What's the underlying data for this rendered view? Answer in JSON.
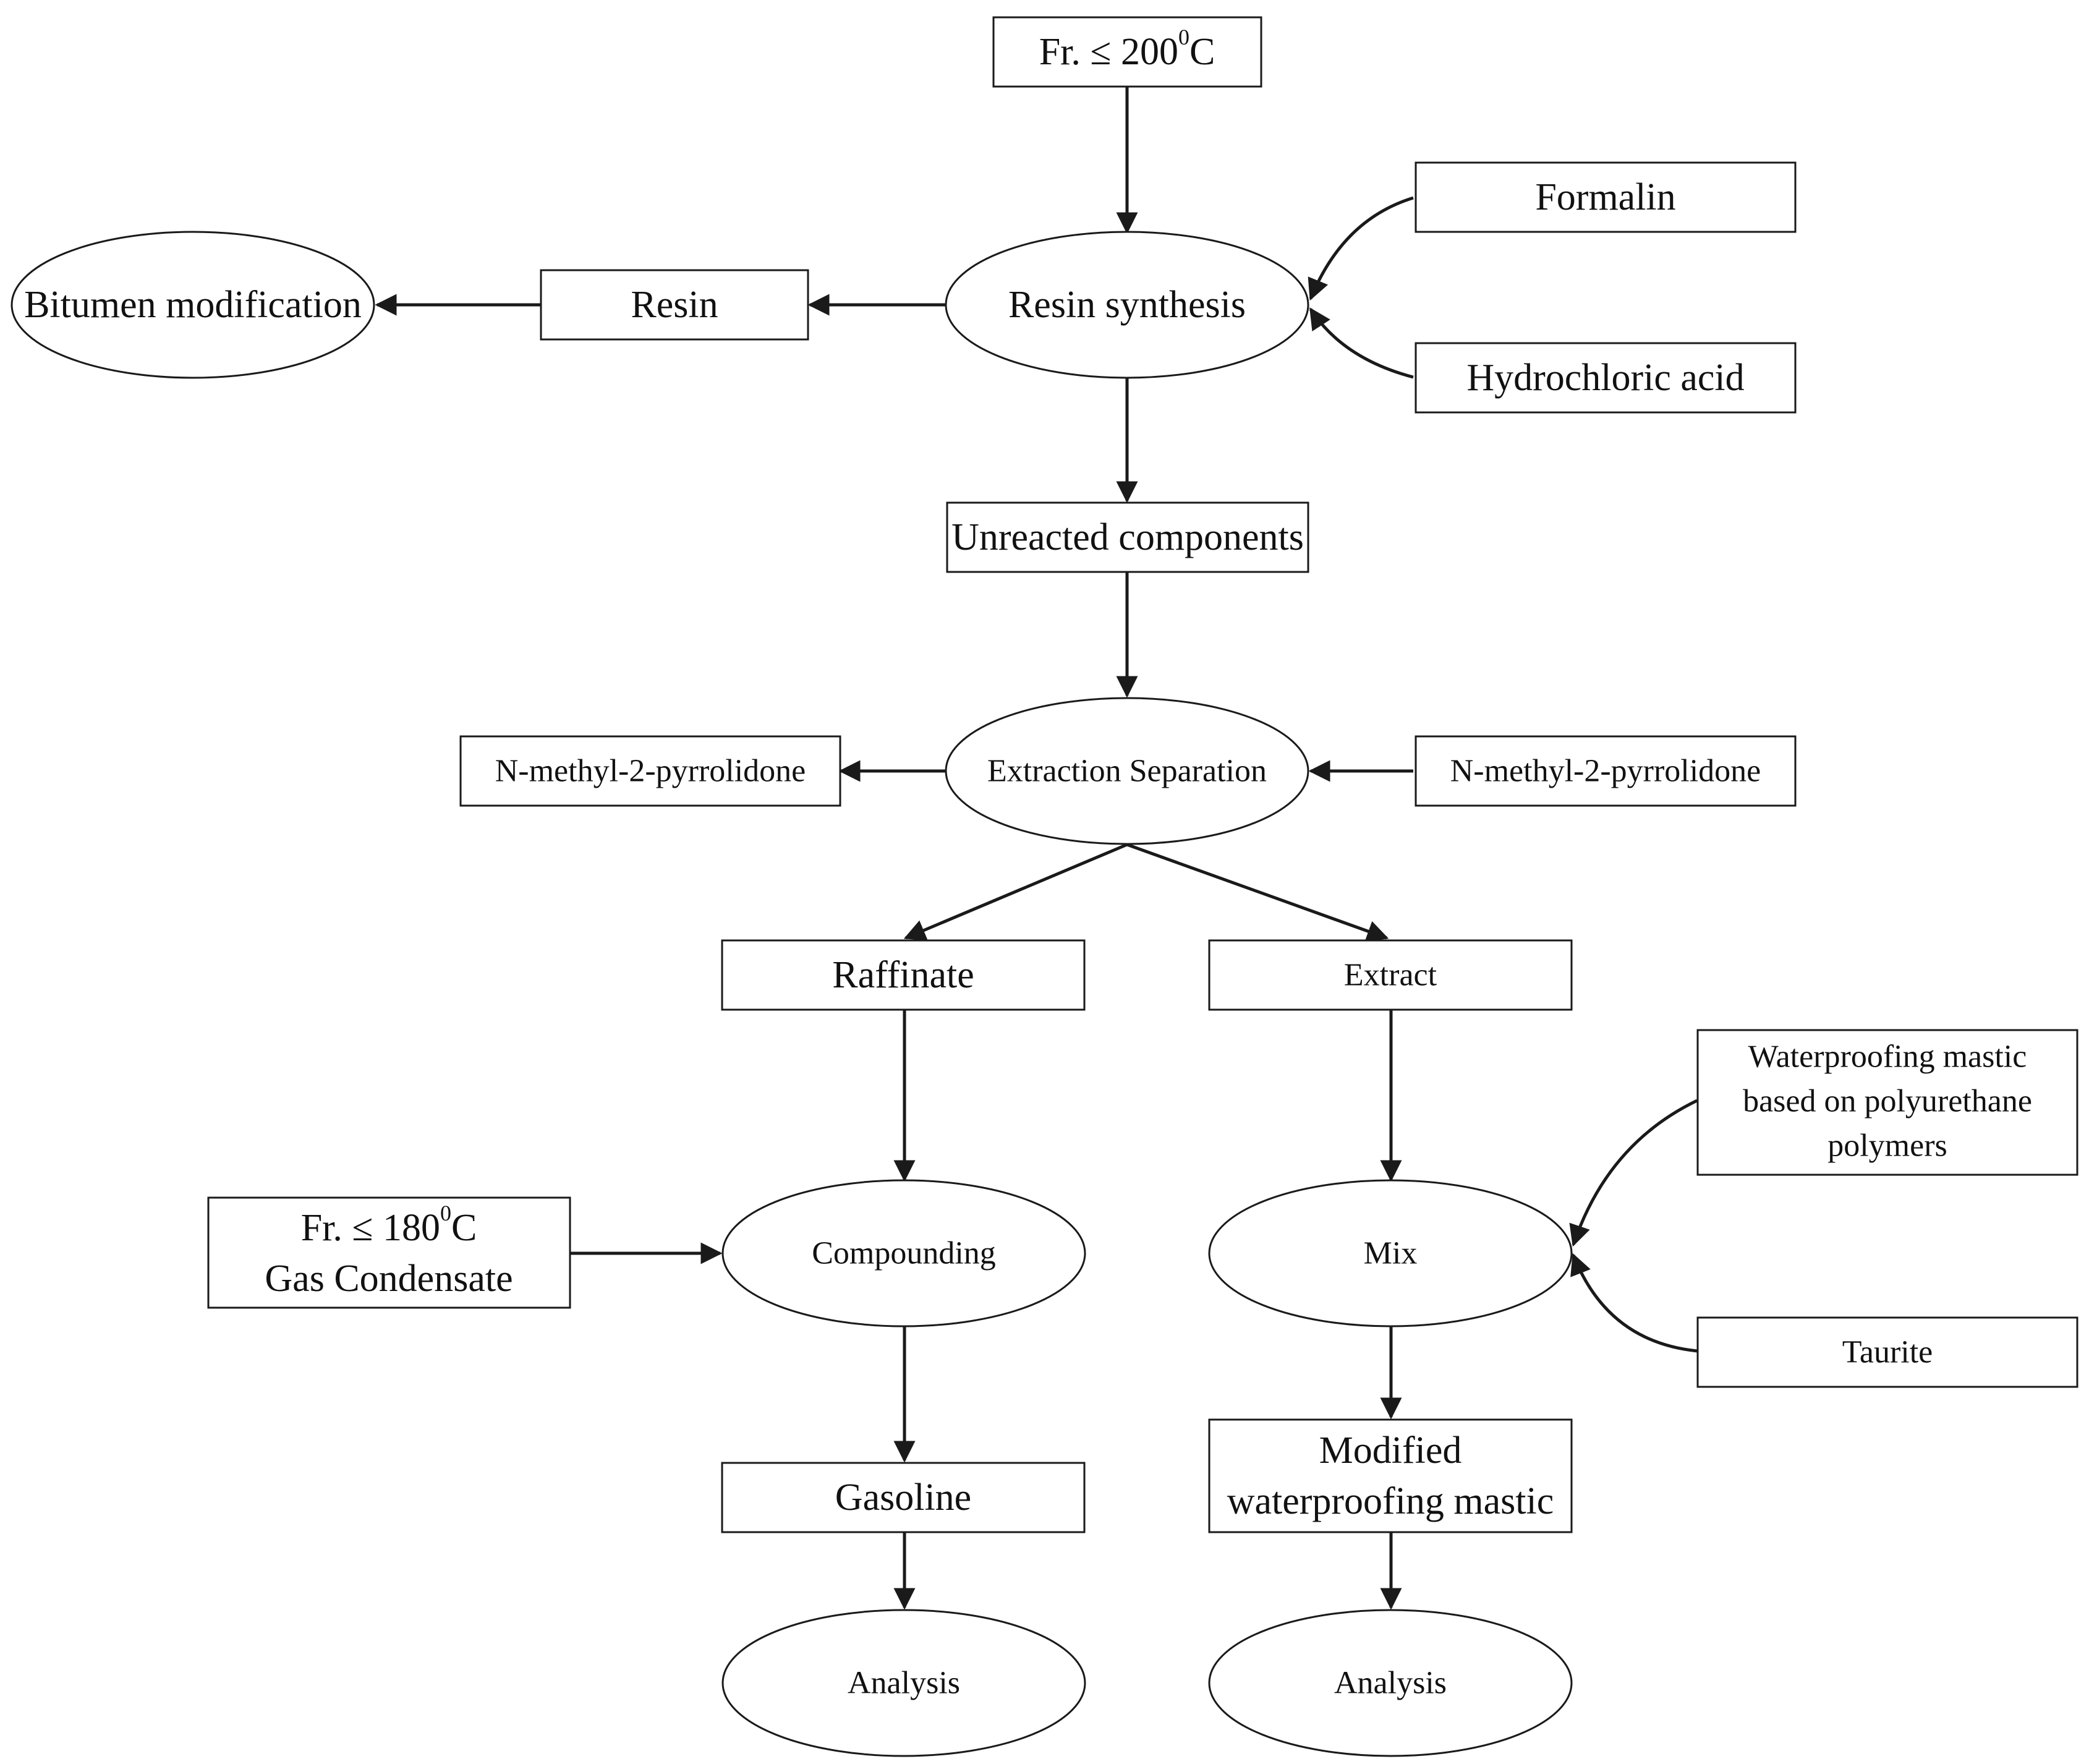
{
  "nodes": {
    "fraction_200": {
      "prefix": "Fr. ≤ ",
      "value": "200",
      "sup": "0",
      "suffix": "C"
    },
    "formalin": "Formalin",
    "hydrochloric_acid": "Hydrochloric acid",
    "resin_synthesis": "Resin synthesis",
    "resin": "Resin",
    "bitumen_modification": "Bitumen modification",
    "unreacted_components": "Unreacted components",
    "extraction_separation": "Extraction Separation",
    "nmp_in": "N-methyl-2-pyrrolidone",
    "nmp_out": "N-methyl-2-pyrrolidone",
    "raffinate": "Raffinate",
    "extract": "Extract",
    "waterproofing_mastic": [
      "Waterproofing mastic",
      "based on polyurethane",
      "polymers"
    ],
    "taurite": "Taurite",
    "fraction_180": {
      "prefix": "Fr. ≤ ",
      "value": "180",
      "sup": "0",
      "suffix": "C",
      "line2": "Gas Condensate"
    },
    "compounding": "Compounding",
    "mix": "Mix",
    "gasoline": "Gasoline",
    "modified_mastic": [
      "Modified",
      "waterproofing mastic"
    ],
    "analysis_left": "Analysis",
    "analysis_right": "Analysis"
  }
}
